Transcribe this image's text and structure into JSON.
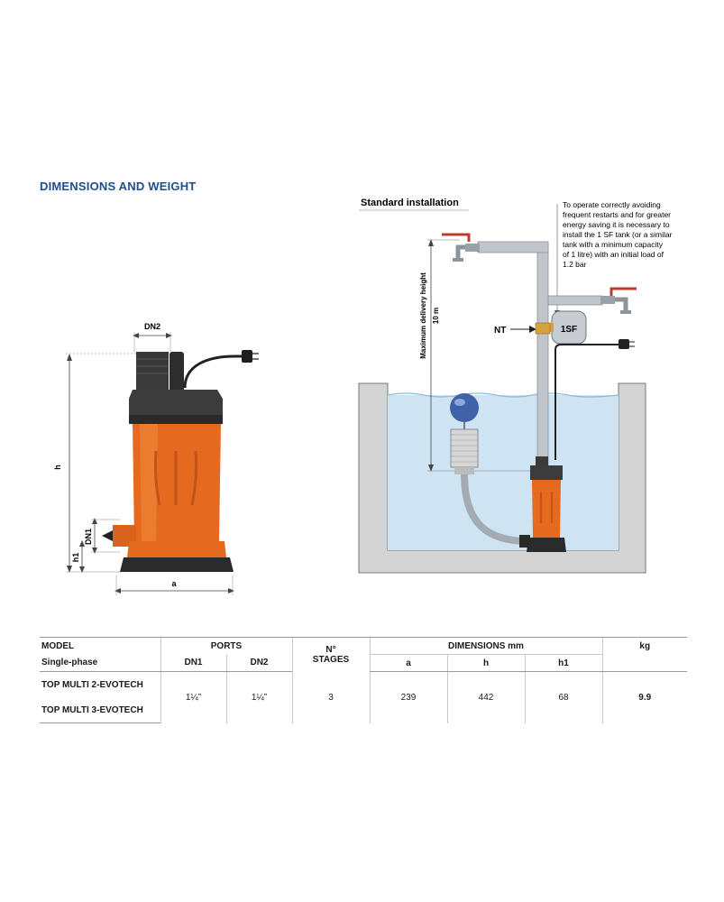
{
  "section_title": "DIMENSIONS AND WEIGHT",
  "pump_drawing": {
    "labels": {
      "dn2": "DN2",
      "dn1": "DN1",
      "h": "h",
      "h1": "h1",
      "a": "a"
    }
  },
  "installation": {
    "title": "Standard installation",
    "note_lines": [
      "To operate correctly avoiding",
      "frequent restarts and for greater",
      "energy saving it is necessary to",
      "install the 1 SF tank (or a similar",
      "tank with a minimum capacity",
      "of 1 litre) with an initial load of",
      "1.2 bar"
    ],
    "height_label_1": "Maximum delivery height",
    "height_label_2": "10 m",
    "nt_label": "NT",
    "tank_label": "1SF"
  },
  "table": {
    "headers": {
      "model": "MODEL",
      "single_phase": "Single-phase",
      "ports": "PORTS",
      "dn1": "DN1",
      "dn2": "DN2",
      "stages_1": "N°",
      "stages_2": "STAGES",
      "dimensions": "DIMENSIONS mm",
      "a": "a",
      "h": "h",
      "h1": "h1",
      "kg": "kg"
    },
    "models": [
      "TOP MULTI 2-EVOTECH",
      "TOP MULTI 3-EVOTECH"
    ],
    "values": {
      "dn1": "1¼”",
      "dn2": "1¼”",
      "stages": "3",
      "a": "239",
      "h": "442",
      "h1": "68",
      "kg": "9.9"
    }
  }
}
